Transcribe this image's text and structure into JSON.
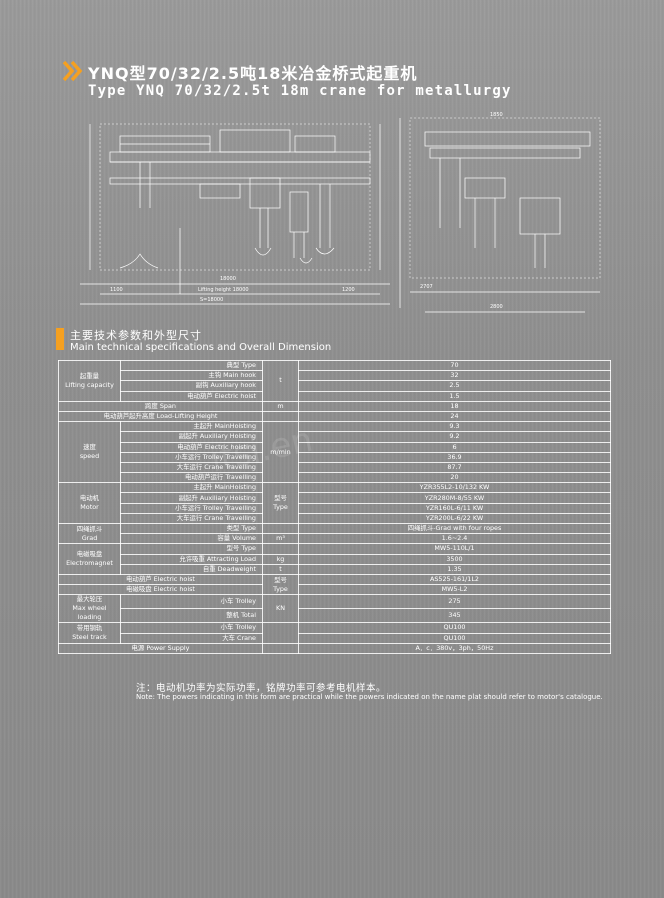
{
  "header": {
    "title_cn": "YNQ型70/32/2.5吨18米冶金桥式起重机",
    "title_en": "Type YNQ 70/32/2.5t 18m crane for metallurgy"
  },
  "drawing": {
    "dims": {
      "d1": "18000",
      "fly": "Lifting height 18000",
      "d2": "S=18000",
      "d3": "1100",
      "d4": "1200",
      "d5": "2707",
      "d6": "2800",
      "d7": "1850"
    }
  },
  "section": {
    "title_cn": "主要技术参数和外型尺寸",
    "title_en": "Main technical specifications and Overall Dimension"
  },
  "table": {
    "rows": [
      {
        "group": "起重量\nLifting capacity",
        "item": "典型 Type",
        "unit": "t",
        "value": "70"
      },
      {
        "item": "主钩 Main hook",
        "value": "32"
      },
      {
        "item": "副钩 Auxiliary hook",
        "value": "2.5"
      },
      {
        "item": "电动葫芦 Electric hoist",
        "value": "1.5"
      },
      {
        "group": "跨度 Span",
        "unit": "m",
        "value": "18"
      },
      {
        "group": "电动葫芦起升高度 Load-Lifting Height",
        "value": "24"
      },
      {
        "group": "速度\nspeed",
        "item": "主起升 MainHoisting",
        "unit": "m/min",
        "value": "9.3"
      },
      {
        "item": "副起升 Auxiliary Hoisting",
        "value": "9.2"
      },
      {
        "item": "电动葫芦 Electric hoisting",
        "value": "6"
      },
      {
        "item": "小车运行 Trolley Travelling",
        "value": "36.9"
      },
      {
        "item": "大车运行 Crane Travelling",
        "value": "87.7"
      },
      {
        "item": "电动葫芦运行 Travelling",
        "value": "20"
      },
      {
        "group": "电动机\nMotor",
        "item": "主起升 MainHoisting",
        "unit": "型号\nType",
        "value": "YZR355L2-10/132 KW"
      },
      {
        "item": "副起升 Auxiliary Hoisting",
        "value": "YZR280M-8/55 KW"
      },
      {
        "item": "小车运行 Trolley Travelling",
        "value": "YZR160L-6/11 KW"
      },
      {
        "item": "大车运行 Crane Travelling",
        "value": "YZR200L-6/22 KW"
      },
      {
        "group": "四绳抓斗\nGrad",
        "item": "类型 Type",
        "value": "四绳抓斗-Grad with four ropes"
      },
      {
        "item": "容量 Volume",
        "unit": "m³",
        "value": "1.6~2.4"
      },
      {
        "group": "电磁吸盘\nElectromagnet",
        "item": "型号 Type",
        "value": "MW5-110L/1"
      },
      {
        "item": "允许吸重 Attracting Load",
        "unit": "kg",
        "value": "3500"
      },
      {
        "item": "自重 Deadweight",
        "unit": "t",
        "value": "1.35"
      },
      {
        "group": "电动葫芦 Electric hoist",
        "unit": "型号\nType",
        "value": "AS525-161/1L2"
      },
      {
        "group": "电磁吸盘 Electric hoist",
        "value": "MW5-L2"
      },
      {
        "group": "最大轮压\nMax wheel loading",
        "item": "小车 Trolley",
        "unit": "KN",
        "value": "275"
      },
      {
        "item": "整机 Total",
        "value": "345"
      },
      {
        "group": "带用钢轨\nSteel track",
        "item": "小车 Trolley",
        "value": "QU100"
      },
      {
        "item": "大车 Crane",
        "value": "QU100"
      },
      {
        "group": "电源 Power Supply",
        "value": "A．c．380v，3ph，50Hz"
      }
    ]
  },
  "notes": {
    "cn": "注：电动机功率为实际功率，铭牌功率可参考电机样本。",
    "en": "Note: The powers indicating in this form are practical while the powers indicated on the name plat should refer to motor's catalogue."
  },
  "watermark": "itsi.en"
}
